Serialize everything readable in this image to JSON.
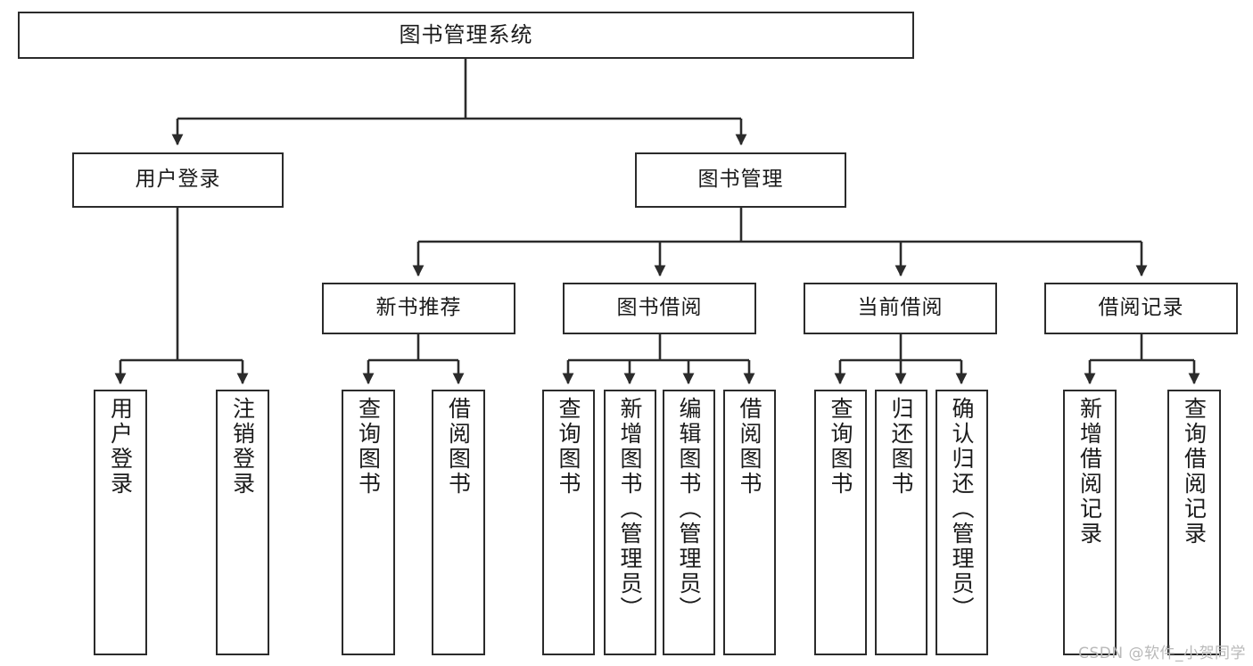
{
  "diagram": {
    "title": "图书管理系统",
    "watermark": "CSDN @软件_小贺同学",
    "line_color": "#2b2b2b",
    "box_fill": "#ffffff",
    "text_color": "#1b1b1b",
    "watermark_color": "#b9b9b9",
    "type": "tree",
    "nodes": {
      "root": {
        "label": "图书管理系统"
      },
      "tier1": [
        {
          "id": "user-login",
          "label": "用户登录"
        },
        {
          "id": "book-manage",
          "label": "图书管理"
        }
      ],
      "tier2": [
        {
          "id": "new-book-recommend",
          "label": "新书推荐"
        },
        {
          "id": "book-borrow",
          "label": "图书借阅"
        },
        {
          "id": "current-borrow",
          "label": "当前借阅"
        },
        {
          "id": "borrow-record",
          "label": "借阅记录"
        }
      ],
      "leaves": {
        "user-login": [
          {
            "id": "leaf-user-login",
            "label": "用户登录"
          },
          {
            "id": "leaf-logout",
            "label": "注销登录"
          }
        ],
        "new-book-recommend": [
          {
            "id": "leaf-query-book-1",
            "label": "查询图书"
          },
          {
            "id": "leaf-borrow-book-1",
            "label": "借阅图书"
          }
        ],
        "book-borrow": [
          {
            "id": "leaf-query-book-2",
            "label": "查询图书"
          },
          {
            "id": "leaf-add-book",
            "label": "新增图书（管理员）"
          },
          {
            "id": "leaf-edit-book",
            "label": "编辑图书（管理员）"
          },
          {
            "id": "leaf-borrow-book-2",
            "label": "借阅图书"
          }
        ],
        "current-borrow": [
          {
            "id": "leaf-query-book-3",
            "label": "查询图书"
          },
          {
            "id": "leaf-return-book",
            "label": "归还图书"
          },
          {
            "id": "leaf-confirm-return",
            "label": "确认归还（管理员）"
          }
        ],
        "borrow-record": [
          {
            "id": "leaf-add-record",
            "label": "新增借阅记录"
          },
          {
            "id": "leaf-query-record",
            "label": "查询借阅记录"
          }
        ]
      }
    }
  }
}
